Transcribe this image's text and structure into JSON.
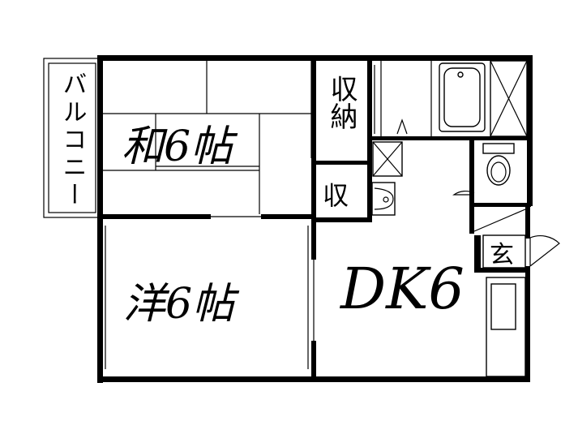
{
  "floor_plan": {
    "rooms": {
      "japanese_room": {
        "label": "和6帖"
      },
      "western_room": {
        "label": "洋6帖"
      },
      "dining_kitchen": {
        "label": "DK6"
      },
      "balcony": {
        "label": "バルコニー"
      },
      "storage_large": {
        "label": "収納"
      },
      "storage_small": {
        "label": "収"
      },
      "entrance": {
        "label": "玄"
      }
    },
    "colors": {
      "line": "#000000",
      "background": "#ffffff"
    }
  }
}
